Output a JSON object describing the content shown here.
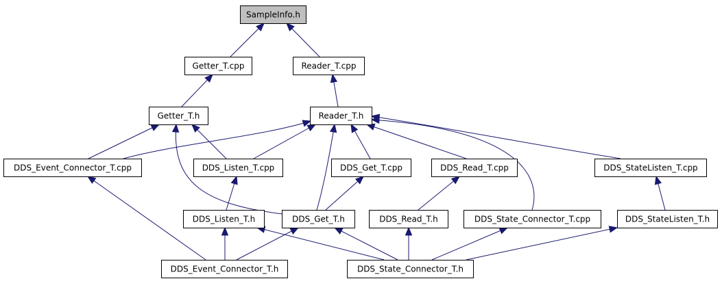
{
  "diagram": {
    "title": "SampleInfo.h",
    "edge_color": "#191970",
    "root_fill": "#bfbfbf",
    "nodes": [
      {
        "id": "sampleinfo_h",
        "label": "SampleInfo.h",
        "root": true
      },
      {
        "id": "getter_t_cpp",
        "label": "Getter_T.cpp"
      },
      {
        "id": "reader_t_cpp",
        "label": "Reader_T.cpp"
      },
      {
        "id": "getter_t_h",
        "label": "Getter_T.h"
      },
      {
        "id": "reader_t_h",
        "label": "Reader_T.h"
      },
      {
        "id": "dds_event_connector_t_cpp",
        "label": "DDS_Event_Connector_T.cpp"
      },
      {
        "id": "dds_listen_t_cpp",
        "label": "DDS_Listen_T.cpp"
      },
      {
        "id": "dds_get_t_cpp",
        "label": "DDS_Get_T.cpp"
      },
      {
        "id": "dds_read_t_cpp",
        "label": "DDS_Read_T.cpp"
      },
      {
        "id": "dds_statelisten_t_cpp",
        "label": "DDS_StateListen_T.cpp"
      },
      {
        "id": "dds_listen_t_h",
        "label": "DDS_Listen_T.h"
      },
      {
        "id": "dds_get_t_h",
        "label": "DDS_Get_T.h"
      },
      {
        "id": "dds_read_t_h",
        "label": "DDS_Read_T.h"
      },
      {
        "id": "dds_state_connector_t_cpp",
        "label": "DDS_State_Connector_T.cpp"
      },
      {
        "id": "dds_statelisten_t_h",
        "label": "DDS_StateListen_T.h"
      },
      {
        "id": "dds_event_connector_t_h",
        "label": "DDS_Event_Connector_T.h"
      },
      {
        "id": "dds_state_connector_t_h",
        "label": "DDS_State_Connector_T.h"
      }
    ],
    "edges": [
      {
        "from": "getter_t_cpp",
        "to": "sampleinfo_h"
      },
      {
        "from": "reader_t_cpp",
        "to": "sampleinfo_h"
      },
      {
        "from": "getter_t_h",
        "to": "getter_t_cpp"
      },
      {
        "from": "reader_t_h",
        "to": "reader_t_cpp"
      },
      {
        "from": "dds_event_connector_t_cpp",
        "to": "getter_t_h"
      },
      {
        "from": "dds_listen_t_cpp",
        "to": "getter_t_h"
      },
      {
        "from": "dds_get_t_h",
        "to": "getter_t_h"
      },
      {
        "from": "dds_event_connector_t_cpp",
        "to": "reader_t_h"
      },
      {
        "from": "dds_listen_t_cpp",
        "to": "reader_t_h"
      },
      {
        "from": "dds_get_t_cpp",
        "to": "reader_t_h"
      },
      {
        "from": "dds_read_t_cpp",
        "to": "reader_t_h"
      },
      {
        "from": "dds_statelisten_t_cpp",
        "to": "reader_t_h"
      },
      {
        "from": "dds_get_t_h",
        "to": "reader_t_h"
      },
      {
        "from": "dds_state_connector_t_cpp",
        "to": "reader_t_h"
      },
      {
        "from": "dds_event_connector_t_h",
        "to": "dds_event_connector_t_cpp"
      },
      {
        "from": "dds_listen_t_h",
        "to": "dds_listen_t_cpp"
      },
      {
        "from": "dds_get_t_h",
        "to": "dds_get_t_cpp"
      },
      {
        "from": "dds_read_t_h",
        "to": "dds_read_t_cpp"
      },
      {
        "from": "dds_statelisten_t_h",
        "to": "dds_statelisten_t_cpp"
      },
      {
        "from": "dds_event_connector_t_h",
        "to": "dds_listen_t_h"
      },
      {
        "from": "dds_state_connector_t_h",
        "to": "dds_listen_t_h"
      },
      {
        "from": "dds_event_connector_t_h",
        "to": "dds_get_t_h"
      },
      {
        "from": "dds_state_connector_t_h",
        "to": "dds_get_t_h"
      },
      {
        "from": "dds_state_connector_t_h",
        "to": "dds_read_t_h"
      },
      {
        "from": "dds_state_connector_t_h",
        "to": "dds_state_connector_t_cpp"
      },
      {
        "from": "dds_state_connector_t_h",
        "to": "dds_statelisten_t_h"
      }
    ]
  }
}
